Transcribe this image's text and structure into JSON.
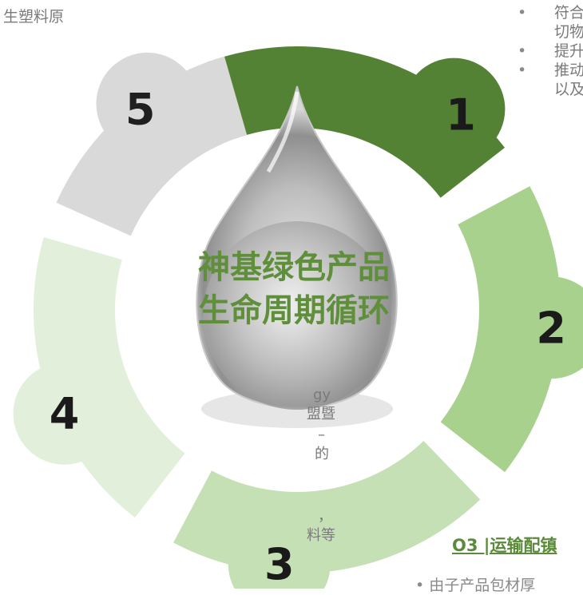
{
  "diagram": {
    "center_title_line1": "神基绿色产品",
    "center_title_line2": "生命周期循环",
    "stages": [
      {
        "number": "1",
        "color": "#548235"
      },
      {
        "number": "2",
        "color": "#a9d18e"
      },
      {
        "number": "3",
        "color": "#c5e0b4"
      },
      {
        "number": "4",
        "color": "#e2efda"
      },
      {
        "number": "5",
        "color": "#d9d9d9"
      }
    ]
  },
  "text_fragments": {
    "top_left": "生塑料原",
    "left_gy": "gy",
    "left_line2": "盟暨",
    "left_line3": "–",
    "left_line4": "的",
    "left_line5": "，",
    "left_line6": "料等",
    "right_bullets": [
      {
        "line1": "符合",
        "line2": "切物"
      },
      {
        "line1": "提升"
      },
      {
        "line1": "推动",
        "line2": "以及"
      }
    ],
    "heading": "O3 |运输配镇",
    "bottom": "•   由子产品包材厚"
  }
}
